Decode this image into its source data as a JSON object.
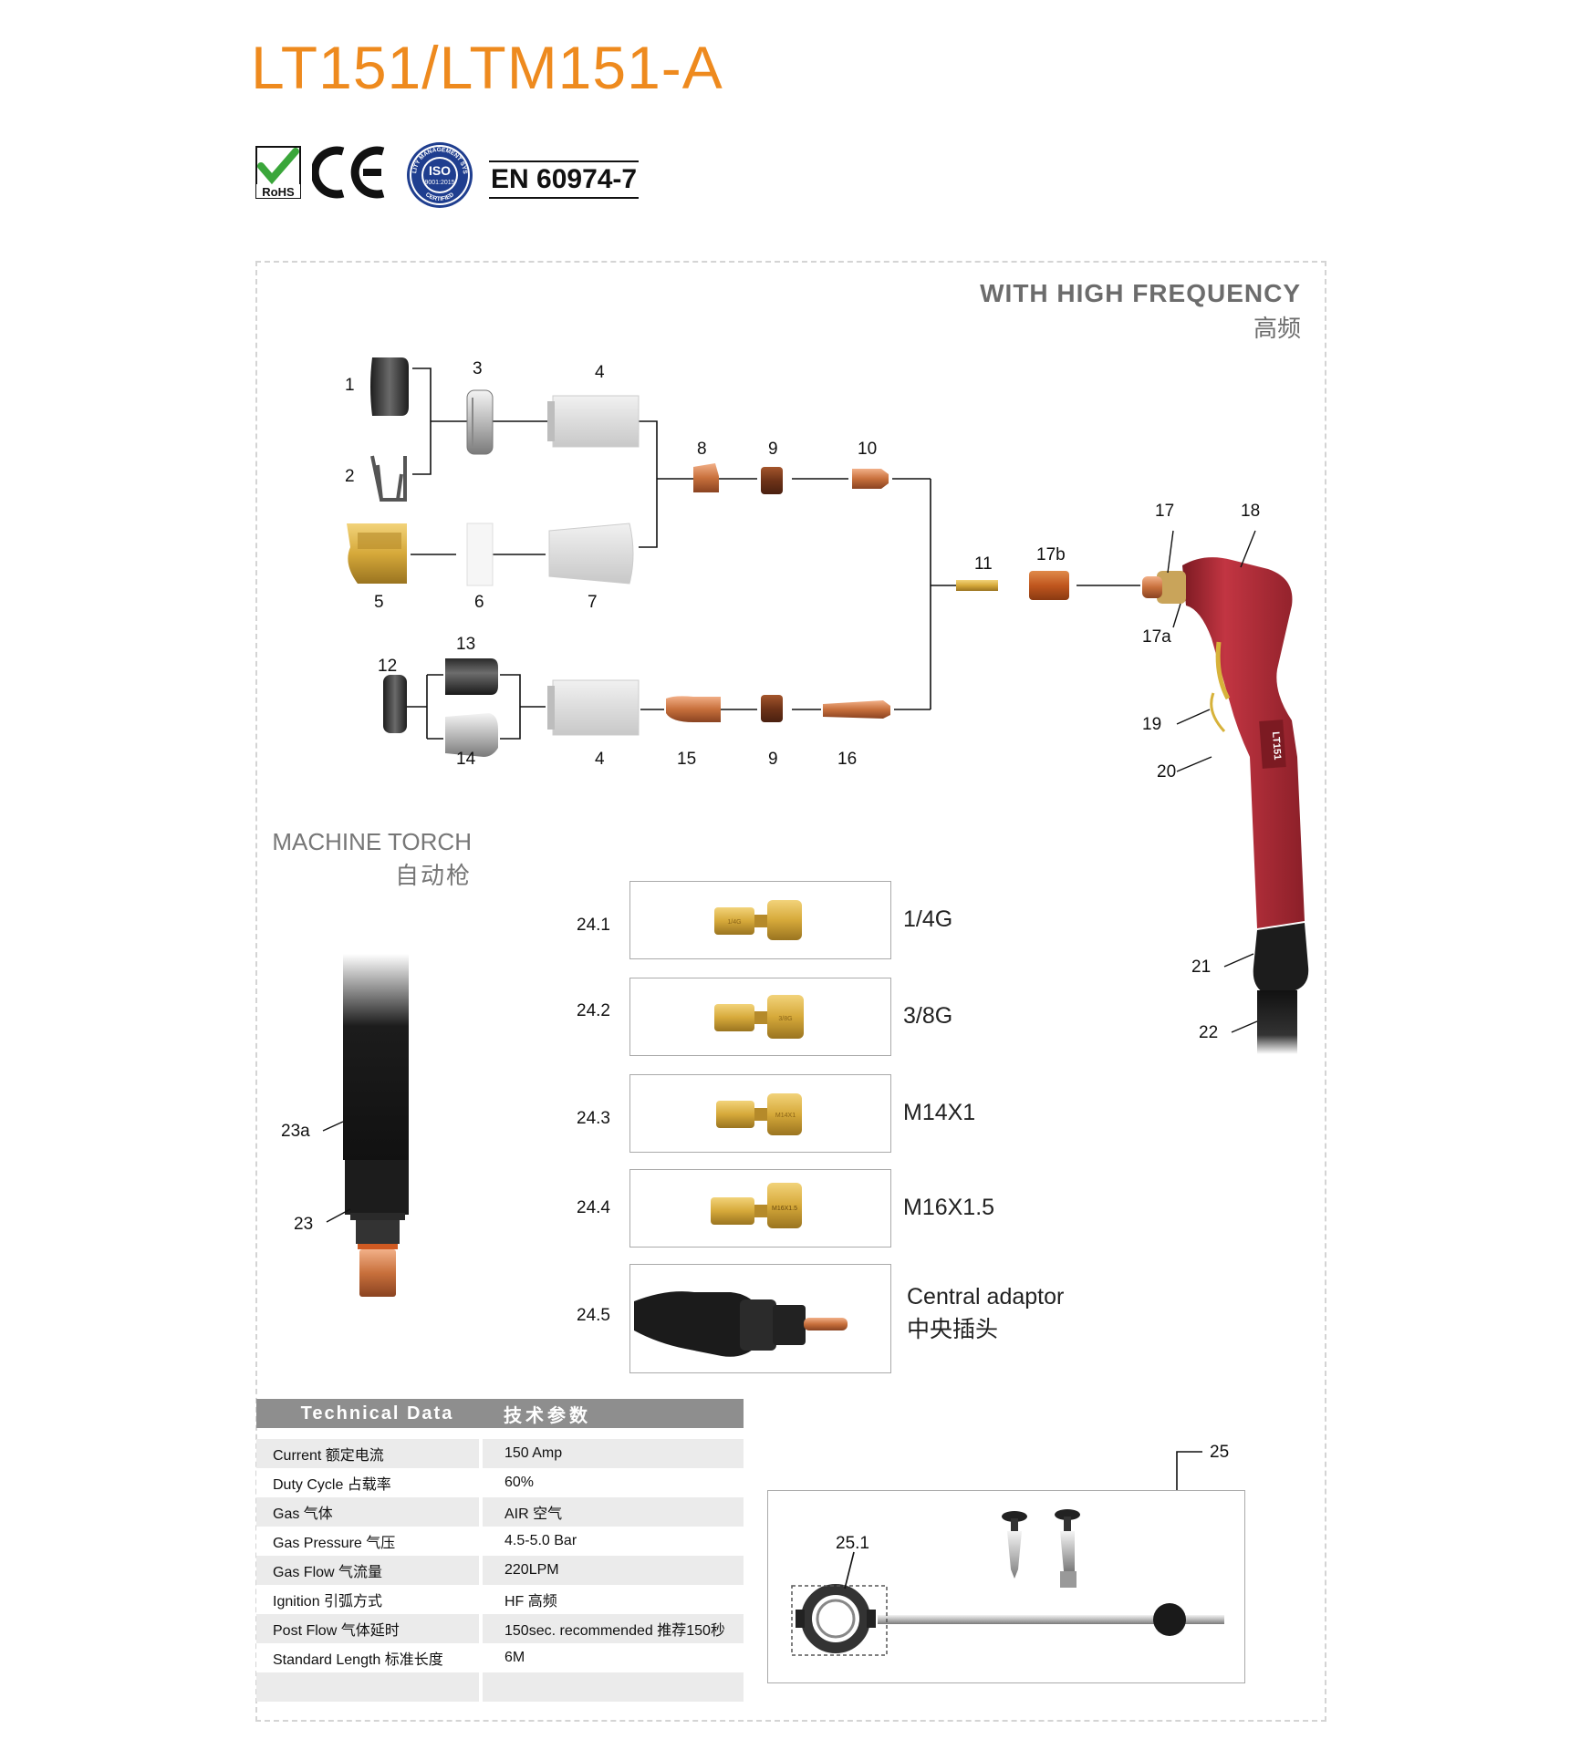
{
  "title": "LT151/LTM151-A",
  "certifications": {
    "rohs_label": "RoHS",
    "ce_label": "CE",
    "iso_top": "QUALITY MANAGEMENT SYSTEM",
    "iso_mid": "ISO",
    "iso_num": "9001:2015",
    "iso_bottom": "CERTIFIED",
    "standard": "EN 60974-7"
  },
  "sections": {
    "hf_en": "WITH HIGH FREQUENCY",
    "hf_cn": "高频",
    "machine_en": "MACHINE TORCH",
    "machine_cn": "自动枪"
  },
  "parts": {
    "p1": "1",
    "p2": "2",
    "p3": "3",
    "p4a": "4",
    "p5": "5",
    "p6": "6",
    "p7": "7",
    "p8": "8",
    "p9a": "9",
    "p10": "10",
    "p11": "11",
    "p17b": "17b",
    "p17": "17",
    "p18": "18",
    "p17a": "17a",
    "p19": "19",
    "p20": "20",
    "p21": "21",
    "p22": "22",
    "p12": "12",
    "p13": "13",
    "p14": "14",
    "p4b": "4",
    "p15": "15",
    "p9b": "9",
    "p16": "16",
    "p23a": "23a",
    "p23": "23",
    "p25": "25",
    "p25_1": "25.1",
    "torch_mark": "LT151"
  },
  "adaptors": [
    {
      "num": "24.1",
      "label": "1/4G",
      "mark": "1/4G"
    },
    {
      "num": "24.2",
      "label": "3/8G",
      "mark": "3/8G"
    },
    {
      "num": "24.3",
      "label": "M14X1",
      "mark": "M14X1"
    },
    {
      "num": "24.4",
      "label": "M16X1.5",
      "mark": "M16X1.5"
    },
    {
      "num": "24.5",
      "label_en": "Central adaptor",
      "label_cn": "中央插头"
    }
  ],
  "tech": {
    "header_en": "Technical  Data",
    "header_cn": "技术参数",
    "rows": [
      {
        "label": "Current  额定电流",
        "value": "150 Amp"
      },
      {
        "label": "Duty Cycle 占载率",
        "value": "60%"
      },
      {
        "label": "Gas 气体",
        "value": "AIR  空气"
      },
      {
        "label": "Gas Pressure 气压",
        "value": "4.5-5.0 Bar"
      },
      {
        "label": "Gas Flow 气流量",
        "value": "220LPM"
      },
      {
        "label": "Ignition 引弧方式",
        "value": "HF 高频"
      },
      {
        "label": "Post Flow 气体延时",
        "value": "150sec. recommended 推荐150秒"
      },
      {
        "label": "Standard Length 标准长度",
        "value": "6M"
      },
      {
        "label": "",
        "value": ""
      }
    ]
  },
  "colors": {
    "title": "#ee8a1e",
    "torch_body": "#b42a35",
    "copper": "#c8703c",
    "brass": "#d6a93a",
    "table_header": "#8e8e8e",
    "table_row": "#ebebeb"
  }
}
